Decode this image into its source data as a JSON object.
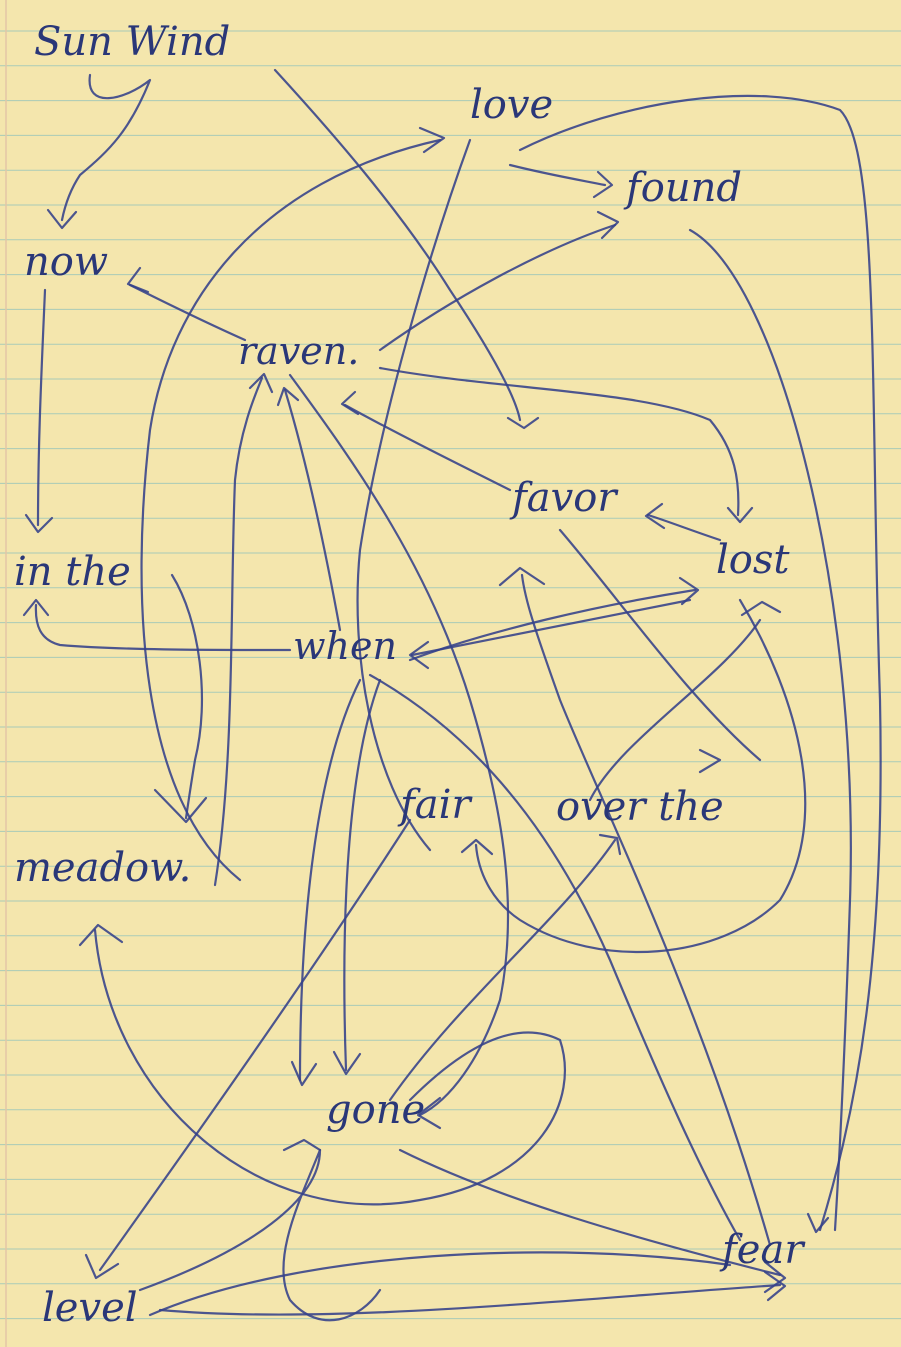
{
  "words": {
    "sun_wind": "Sun Wind",
    "love": "love",
    "found": "found",
    "now": "now",
    "raven": "raven.",
    "favor": "favor",
    "lost": "lost",
    "in_the": "in the",
    "when": "when",
    "fair": "fair",
    "over_the": "over the",
    "meadow": "meadow.",
    "gone": "gone",
    "fear": "fear",
    "level": "level"
  },
  "colors": {
    "paper": "#f4e6ad",
    "ruled_line": "#a9cbb8",
    "margin_line": "#e3c6a6",
    "ink": "#2a3778"
  }
}
